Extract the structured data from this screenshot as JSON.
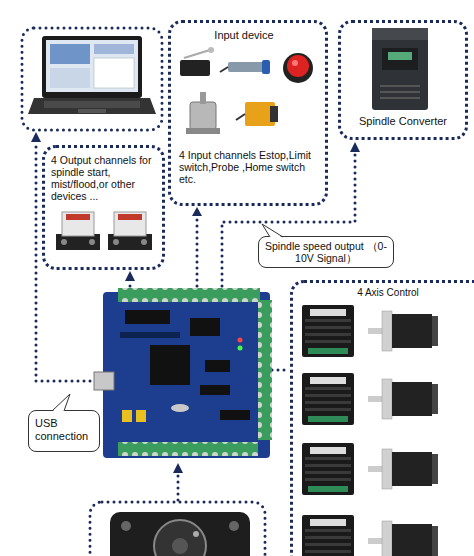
{
  "diagram": {
    "nodes": [
      {
        "text": [
          "Input device",
          "4 Input channels Estop,Limit switch,Probe ,Home switch etc."
        ]
      },
      {
        "text": [
          "Spindle Converter"
        ]
      },
      {
        "text": [
          "4 Output channels for spindle start, mist/flood,or other devices ..."
        ]
      },
      {
        "text": [
          "Spindle speed output （0-10V Signal）"
        ]
      },
      {
        "text": [
          "4 Axis Control"
        ]
      },
      {
        "text": [
          "USB connection"
        ]
      }
    ]
  }
}
